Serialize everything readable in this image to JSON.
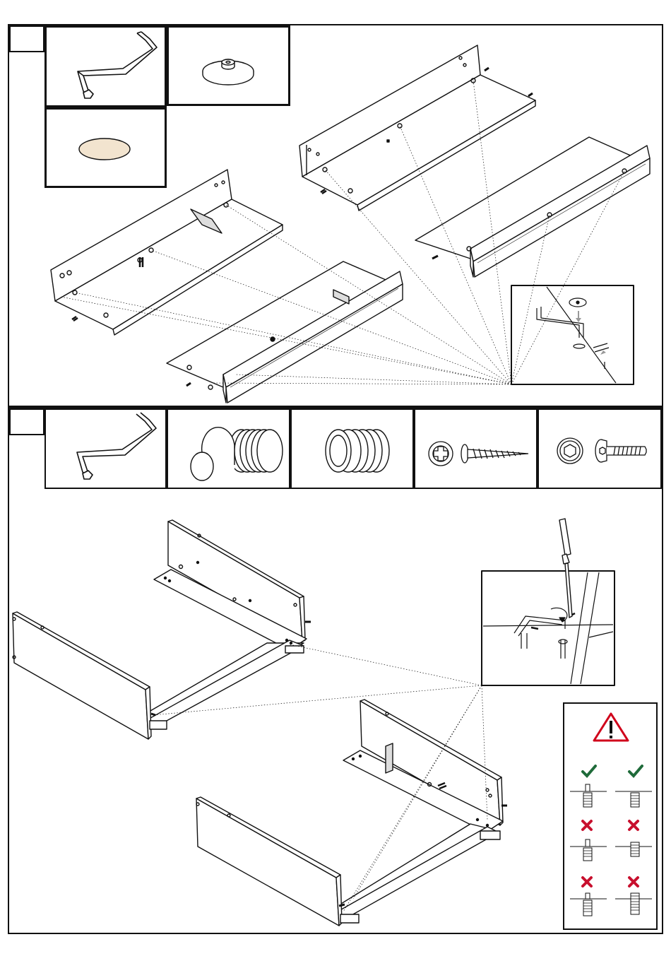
{
  "steps": [
    {
      "number": "",
      "parts": [
        "allen-key",
        "cam-lock-disc",
        "cover-cap"
      ]
    },
    {
      "number": "",
      "parts": [
        "allen-key",
        "cam-dowel-insert",
        "threaded-insert",
        "phillips-wood-screw",
        "hex-connector-bolt"
      ]
    }
  ],
  "warning": {
    "icon": "warning-triangle-icon",
    "correct": [
      "check-icon",
      "check-icon"
    ],
    "incorrect": [
      "cross-icon",
      "cross-icon",
      "cross-icon",
      "cross-icon"
    ]
  },
  "colors": {
    "line": "#111111",
    "check": "#1f6b3a",
    "cross": "#c8102e",
    "warning": "#d0021b"
  }
}
